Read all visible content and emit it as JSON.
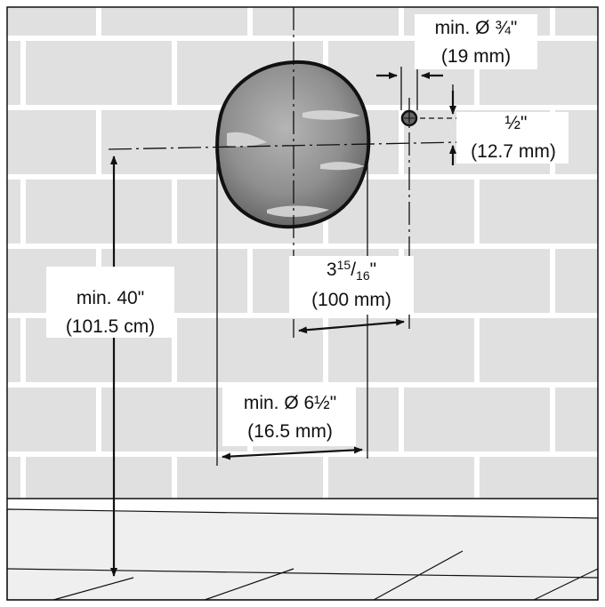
{
  "colors": {
    "wall": "#e0e0e0",
    "mortar": "#ffffff",
    "floor": "#efefef",
    "line": "#111111",
    "hole": "#8a8a8a"
  },
  "labels": {
    "small_hole_dia_1": "min. Ø ¾\"",
    "small_hole_dia_2": "(19 mm)",
    "offset_half_1": "½\"",
    "offset_half_2": "(12.7 mm)",
    "spacing_whole": "3",
    "spacing_num": "15",
    "spacing_slash": "/",
    "spacing_den": "16",
    "spacing_quote": "\"",
    "spacing_2": "(100 mm)",
    "height_1": "min. 40\"",
    "height_2": "(101.5 cm)",
    "hole_dia_1": "min. Ø 6½\"",
    "hole_dia_2": "(16.5 mm)"
  }
}
